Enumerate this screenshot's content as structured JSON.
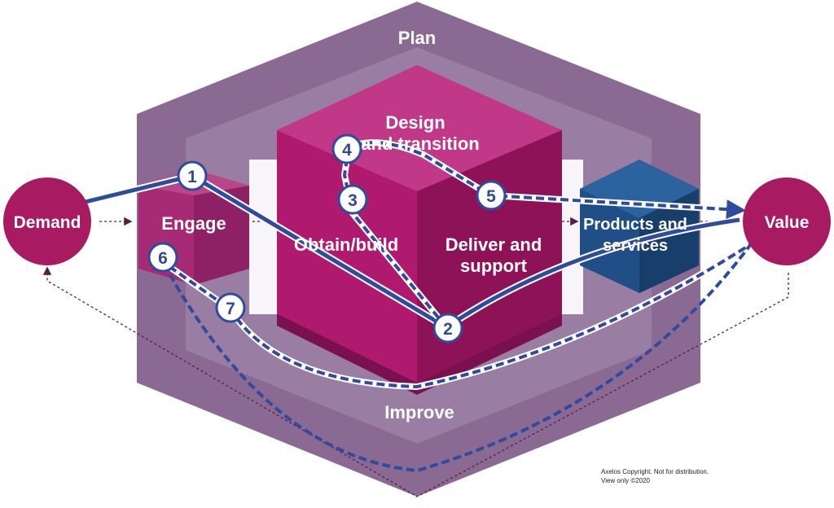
{
  "diagram": {
    "outer_hexagon": {
      "top_label": "Plan",
      "bottom_label": "Improve"
    },
    "activities": {
      "design": "Design",
      "design_transition": "and transition",
      "obtain_build": "Obtain/build",
      "deliver_line1": "Deliver and",
      "deliver_line2": "support",
      "engage": "Engage",
      "products_line1": "Products and",
      "products_line2": "services"
    },
    "endpoints": {
      "demand": "Demand",
      "value": "Value"
    },
    "steps": [
      "1",
      "2",
      "3",
      "4",
      "5",
      "6",
      "7"
    ],
    "copyright_line1": "Axelos Copyright. Not for distribution.",
    "copyright_line2": "View only ©2020"
  },
  "colors": {
    "plan_frame": "#8a6a92",
    "cube_front": "#b01a6e",
    "cube_side": "#8e1258",
    "cube_top": "#c03887",
    "engage_cube": "#a72a74",
    "products_cube": "#1f4f86",
    "circle": "#a81a62",
    "path_blue": "#2f4b9e",
    "feedback_arrow": "#5a1a4a"
  }
}
